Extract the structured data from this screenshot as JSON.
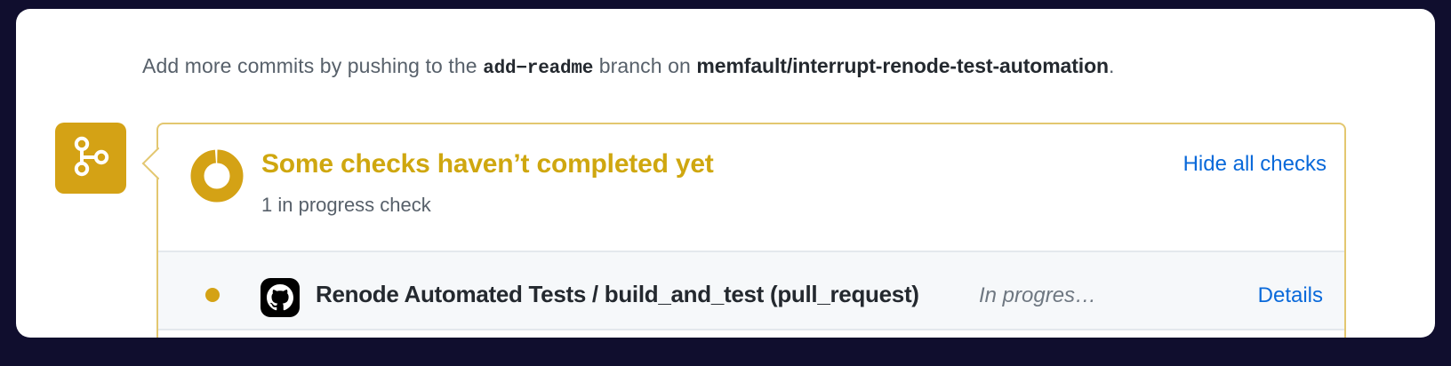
{
  "theme": {
    "page_background": "#100e2e",
    "card_background": "#ffffff",
    "gold": "#d4a215",
    "gold_text": "#cfa70f",
    "gold_border": "#e3c770",
    "link_blue": "#0969da",
    "muted_text": "#57606a",
    "row_background": "#f6f8fa"
  },
  "commits_notice": {
    "prefix": "Add more commits by pushing to the ",
    "branch": "add−readme",
    "middle": " branch on ",
    "repo": "memfault/interrupt-renode-test-automation",
    "suffix": "."
  },
  "merge_badge": {
    "icon": "git-branch-icon"
  },
  "checks": {
    "status_icon": "in-progress-spinner-icon",
    "title": "Some checks haven’t completed yet",
    "subtitle": "1 in progress check",
    "hide_all_label": "Hide all checks",
    "rows": [
      {
        "status_icon": "pending-dot-icon",
        "avatar_icon": "github-octocat-icon",
        "name": "Renode Automated Tests / build_and_test (pull_request)",
        "state": "In progres…",
        "details_label": "Details"
      }
    ]
  }
}
